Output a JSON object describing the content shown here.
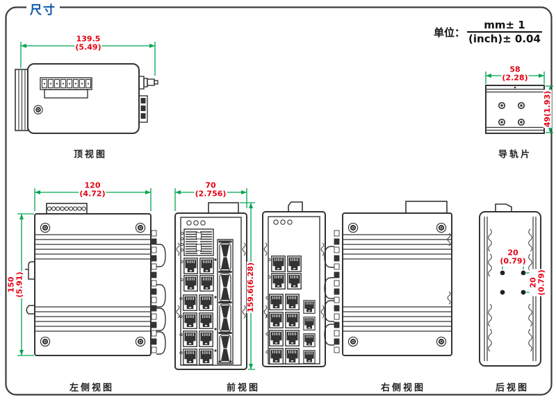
{
  "header": {
    "title": "尺寸"
  },
  "units": {
    "label": "单位：",
    "numerator": "mm± 1",
    "denominator": "(inch)± 0.04"
  },
  "captions": {
    "top": "顶视图",
    "rail": "导轨片",
    "left": "左侧视图",
    "front": "前视图",
    "right": "右侧视图",
    "back": "后视图"
  },
  "dims": {
    "top_w_mm": "139.5",
    "top_w_in": "(5.49)",
    "rail_w_mm": "58",
    "rail_w_in": "(2.28)",
    "rail_h": "49(1.93)",
    "left_w_mm": "120",
    "left_w_in": "(4.72)",
    "left_h_mm": "150",
    "left_h_in": "(5.91)",
    "front_w_mm": "70",
    "front_w_in": "(2.756)",
    "front_h": "159.6(6.28)",
    "back_h_mm": "20",
    "back_h_in": "(0.79)",
    "back_v_mm": "20",
    "back_v_in": "(0.79)"
  },
  "colors": {
    "dimension_line": "#00A550",
    "dimension_text": "#E60012",
    "title_blue": "#1058A8",
    "line": "#333333"
  }
}
